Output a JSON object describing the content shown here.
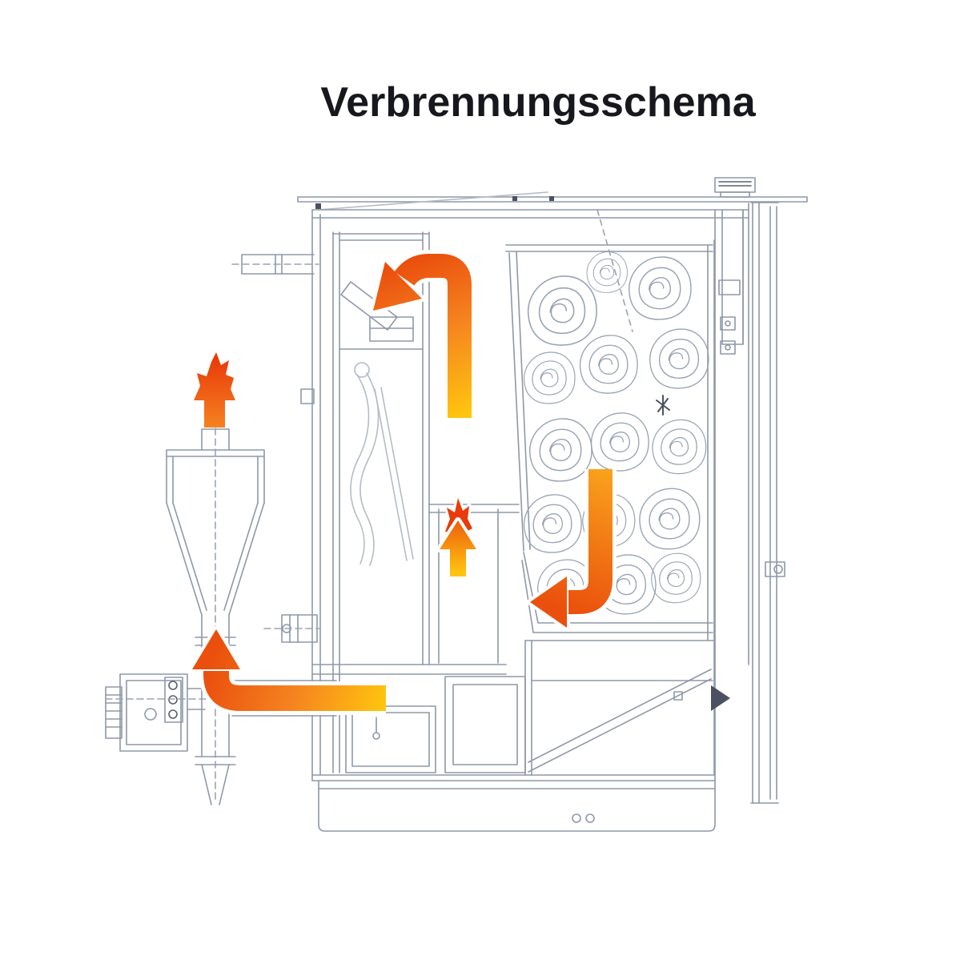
{
  "title": "Verbrennungsschema",
  "colors": {
    "background": "#ffffff",
    "title_text": "#17171e",
    "drawing_line": "#8e98a9",
    "drawing_line_light": "#b3bbc8",
    "drawing_line_dark": "#59616f",
    "arrow_yellow": "#ffc40f",
    "arrow_orange": "#f58220",
    "arrow_orange_light": "#f9a01b",
    "arrow_red": "#ea4f0d",
    "flame_red": "#e83a0a"
  },
  "diagram": {
    "type": "combustion-flow-schematic",
    "components": [
      {
        "name": "chimney-exit-arrow"
      },
      {
        "name": "cyclone-separator"
      },
      {
        "name": "induced-draft-fan"
      },
      {
        "name": "flue-duct"
      },
      {
        "name": "heat-exchanger-channel"
      },
      {
        "name": "secondary-combustion-channel"
      },
      {
        "name": "fuel-chamber-with-logs"
      },
      {
        "name": "ash-chamber"
      },
      {
        "name": "boiler-base"
      }
    ],
    "flows": [
      {
        "name": "flue-gas-rise-arrow",
        "direction": "up-then-left"
      },
      {
        "name": "secondary-combustion-arrow",
        "direction": "up"
      },
      {
        "name": "fuel-chamber-downdraft-arrow",
        "direction": "down-then-left"
      },
      {
        "name": "flue-to-cyclone-arrow",
        "direction": "left-then-up"
      },
      {
        "name": "chimney-exit-arrow",
        "direction": "up"
      }
    ]
  }
}
